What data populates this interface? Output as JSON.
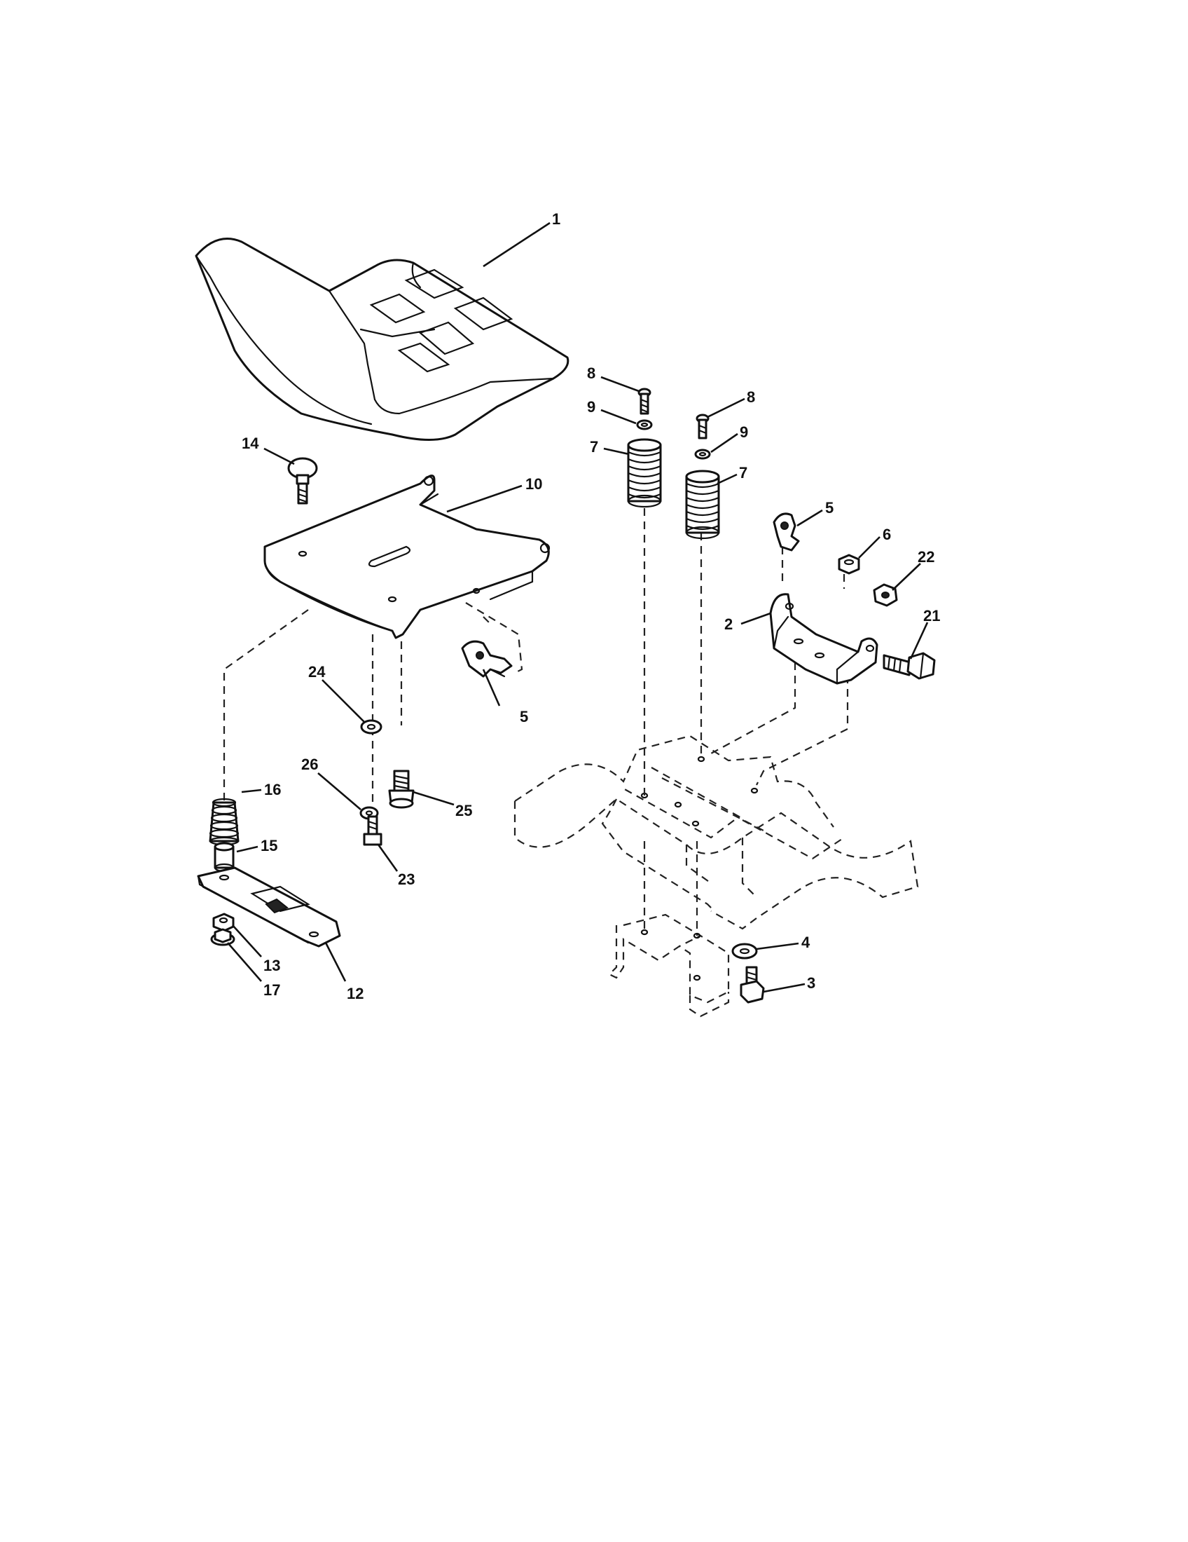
{
  "callouts": {
    "c1": "1",
    "c2": "2",
    "c3": "3",
    "c4": "4",
    "c5a": "5",
    "c5b": "5",
    "c6": "6",
    "c7a": "7",
    "c7b": "7",
    "c8a": "8",
    "c8b": "8",
    "c9a": "9",
    "c9b": "9",
    "c10": "10",
    "c12": "12",
    "c13": "13",
    "c14": "14",
    "c15": "15",
    "c16": "16",
    "c17": "17",
    "c21": "21",
    "c22": "22",
    "c23": "23",
    "c24": "24",
    "c25": "25",
    "c26": "26"
  },
  "colors": {
    "line": "#111111",
    "background": "#ffffff"
  }
}
